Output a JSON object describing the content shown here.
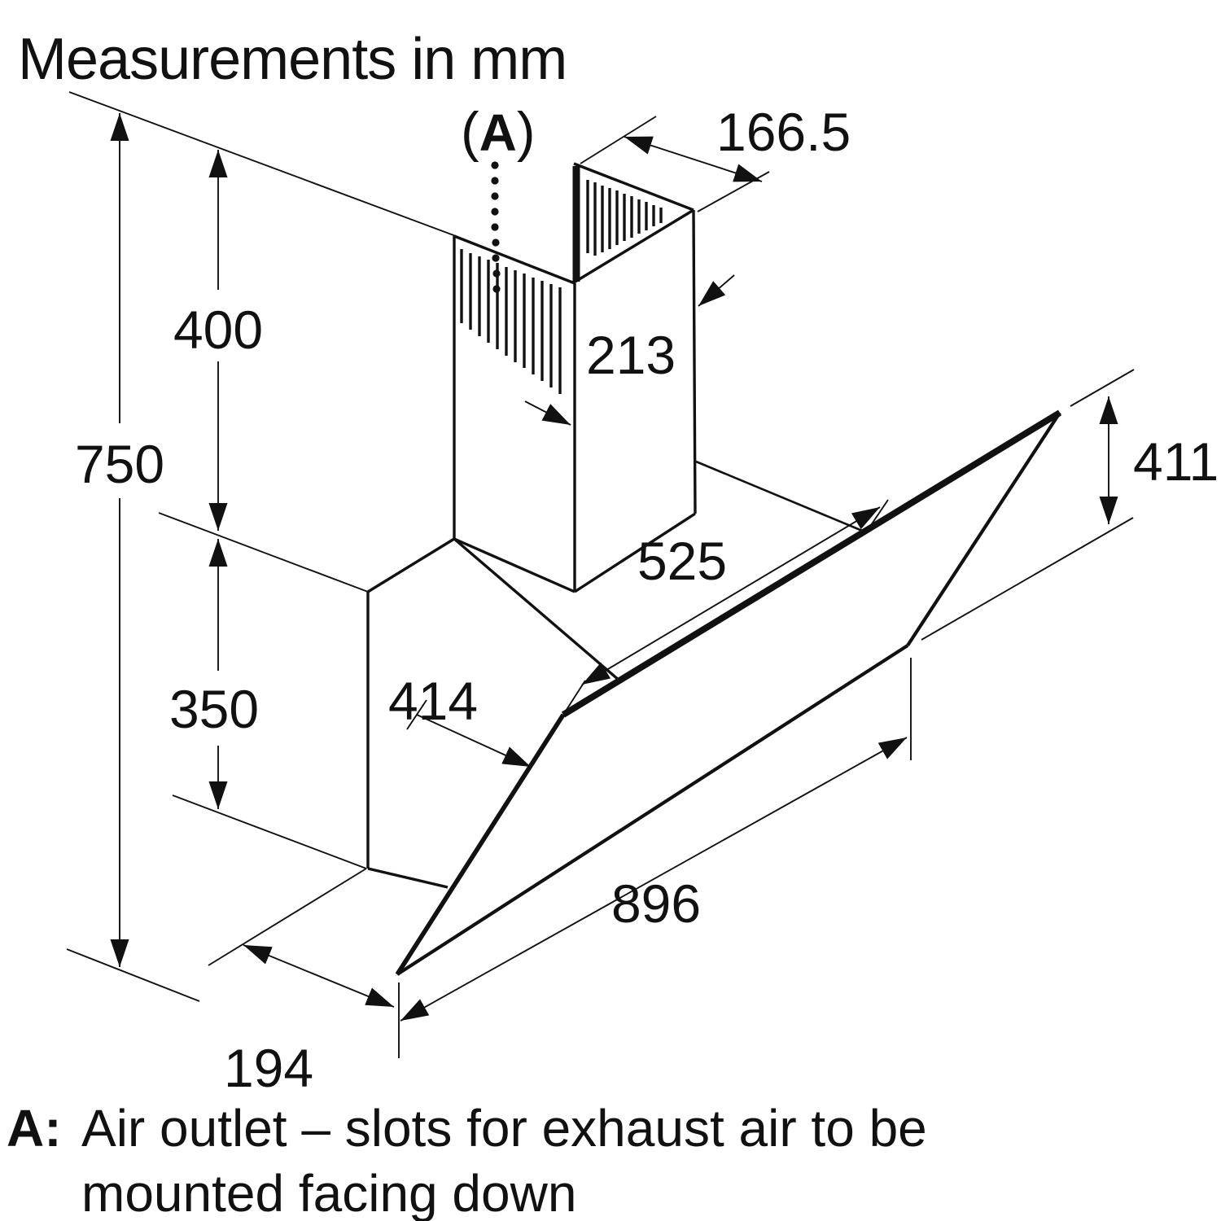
{
  "title": "Measurements in mm",
  "callout": {
    "open": "(",
    "letter": "A",
    "close": ")"
  },
  "dimensions_mm": {
    "total_height": "750",
    "chimney_height": "400",
    "lower_height": "350",
    "chimney_top_width": "166.5",
    "chimney_face_width": "213",
    "top_depth": "525",
    "mid_depth": "414",
    "panel_height": "411",
    "panel_width": "896",
    "bottom_depth": "194"
  },
  "footer": {
    "prefix": "A:",
    "line1": "Air outlet – slots for exhaust air to be",
    "line2": "mounted facing down"
  },
  "colors": {
    "ink": "#111111",
    "paper": "#ffffff"
  }
}
